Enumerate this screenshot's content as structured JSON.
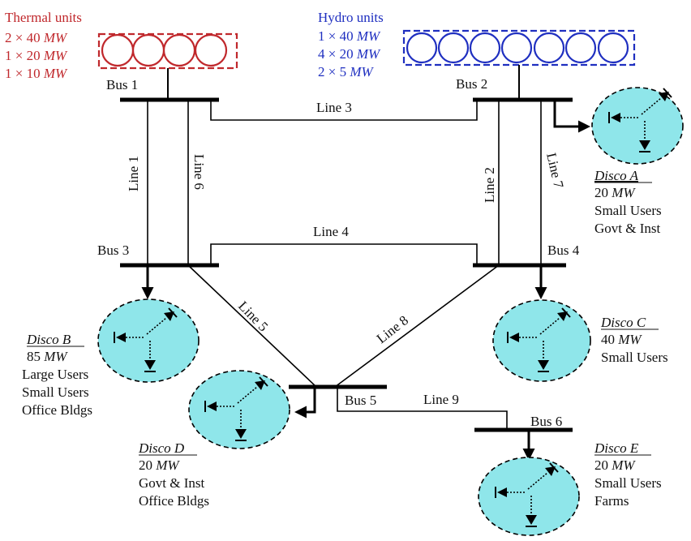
{
  "colors": {
    "thermal": "#c0282c",
    "hydro": "#1f2fc0",
    "disco_fill": "#8fe6ea",
    "line": "#000000"
  },
  "thermal": {
    "title": "Thermal units",
    "rows": [
      {
        "count": "2 × 40",
        "unit": "MW"
      },
      {
        "count": "1 × 20",
        "unit": "MW"
      },
      {
        "count": "1 × 10",
        "unit": "MW"
      }
    ]
  },
  "hydro": {
    "title": "Hydro units",
    "rows": [
      {
        "count": "1 × 40",
        "unit": "MW"
      },
      {
        "count": "4 × 20",
        "unit": "MW"
      },
      {
        "count": "2 × 5",
        "unit": "MW"
      }
    ]
  },
  "buses": {
    "bus1": "Bus 1",
    "bus2": "Bus 2",
    "bus3": "Bus 3",
    "bus4": "Bus 4",
    "bus5": "Bus 5",
    "bus6": "Bus 6"
  },
  "lines": {
    "line1": "Line 1",
    "line2": "Line 2",
    "line3": "Line 3",
    "line4": "Line 4",
    "line5": "Line 5",
    "line6": "Line 6",
    "line7": "Line 7",
    "line8": "Line 8",
    "line9": "Line 9"
  },
  "discos": {
    "a": {
      "name": "Disco A",
      "mw_value": "20",
      "mw_unit": "MW",
      "users": [
        "Small Users",
        "Govt & Inst"
      ]
    },
    "b": {
      "name": "Disco B",
      "mw_value": "85",
      "mw_unit": "MW",
      "users": [
        "Large Users",
        "Small Users",
        "Office Bldgs"
      ]
    },
    "c": {
      "name": "Disco C",
      "mw_value": "40",
      "mw_unit": "MW",
      "users": [
        "Small Users"
      ]
    },
    "d": {
      "name": "Disco D",
      "mw_value": "20",
      "mw_unit": "MW",
      "users": [
        "Govt & Inst",
        "Office Bldgs"
      ]
    },
    "e": {
      "name": "Disco E",
      "mw_value": "20",
      "mw_unit": "MW",
      "users": [
        "Small Users",
        "Farms"
      ]
    }
  }
}
